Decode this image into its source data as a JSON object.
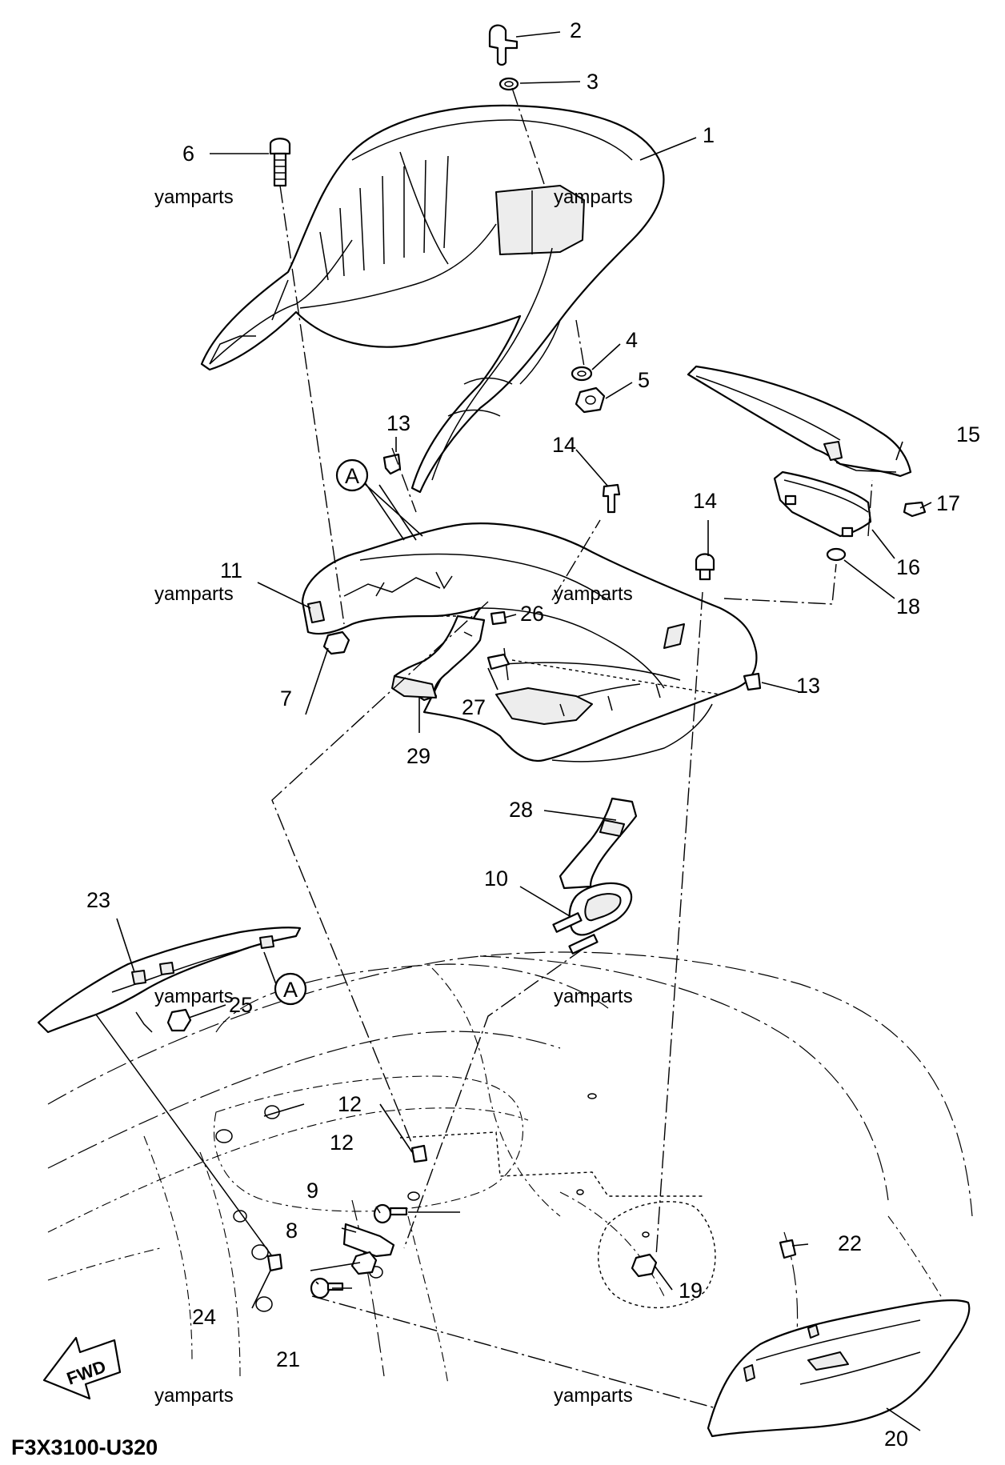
{
  "diagram_code": "F3X3100-U320",
  "watermark_text": "yamparts",
  "fwd_label": "FWD",
  "reference_marker": "A",
  "callouts": {
    "c1": "1",
    "c2": "2",
    "c3": "3",
    "c4": "4",
    "c5": "5",
    "c6": "6",
    "c7": "7",
    "c8": "8",
    "c9": "9",
    "c10": "10",
    "c11": "11",
    "c12a": "12",
    "c12b": "12",
    "c13a": "13",
    "c13b": "13",
    "c14a": "14",
    "c14b": "14",
    "c15": "15",
    "c16": "16",
    "c17": "17",
    "c18": "18",
    "c19": "19",
    "c20": "20",
    "c21": "21",
    "c22": "22",
    "c23": "23",
    "c24": "24",
    "c25": "25",
    "c26": "26",
    "c27": "27",
    "c28": "28",
    "c29": "29"
  }
}
